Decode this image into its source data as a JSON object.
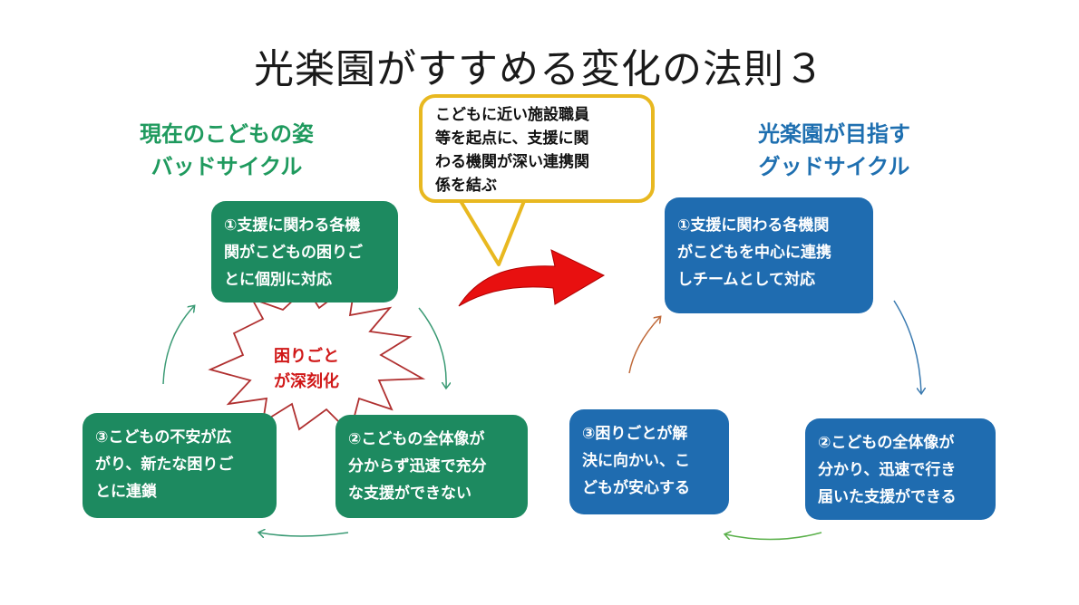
{
  "title": "光楽園がすすめる変化の法則３",
  "left": {
    "heading_line1": "現在のこどもの姿",
    "heading_line2": "バッドサイクル",
    "box1_lines": [
      "①支援に関わる各機",
      "関がこどもの困りご",
      "とに個別に対応"
    ],
    "box2_lines": [
      "②こどもの全体像が",
      "分からず迅速で充分",
      "な支援ができない"
    ],
    "box3_lines": [
      "③こどもの不安が広",
      "がり、新たな困りご",
      "とに連鎖"
    ],
    "burst_lines": [
      "困りごと",
      "が深刻化"
    ]
  },
  "callout_lines": [
    "こどもに近い施設職員",
    "等を起点に、支援に関",
    "わる機関が深い連携関",
    "係を結ぶ"
  ],
  "right": {
    "heading_line1": "光楽園が目指す",
    "heading_line2": "グッドサイクル",
    "box1_lines": [
      "①支援に関わる各機関",
      "がこどもを中心に連携",
      "しチームとして対応"
    ],
    "box2_lines": [
      "②こどもの全体像が",
      "分かり、迅速で行き",
      "届いた支援ができる"
    ],
    "box3_lines": [
      "③困りごとが解",
      "決に向かい、こ",
      "どもが安心する"
    ]
  },
  "colors": {
    "green_box": "#1d8a60",
    "blue_box": "#1f6cb0",
    "green_heading": "#1f9a5e",
    "blue_heading": "#1e6fb0",
    "callout_border": "#e8b820",
    "burst_text": "#d01818",
    "big_arrow": "#e81010"
  }
}
